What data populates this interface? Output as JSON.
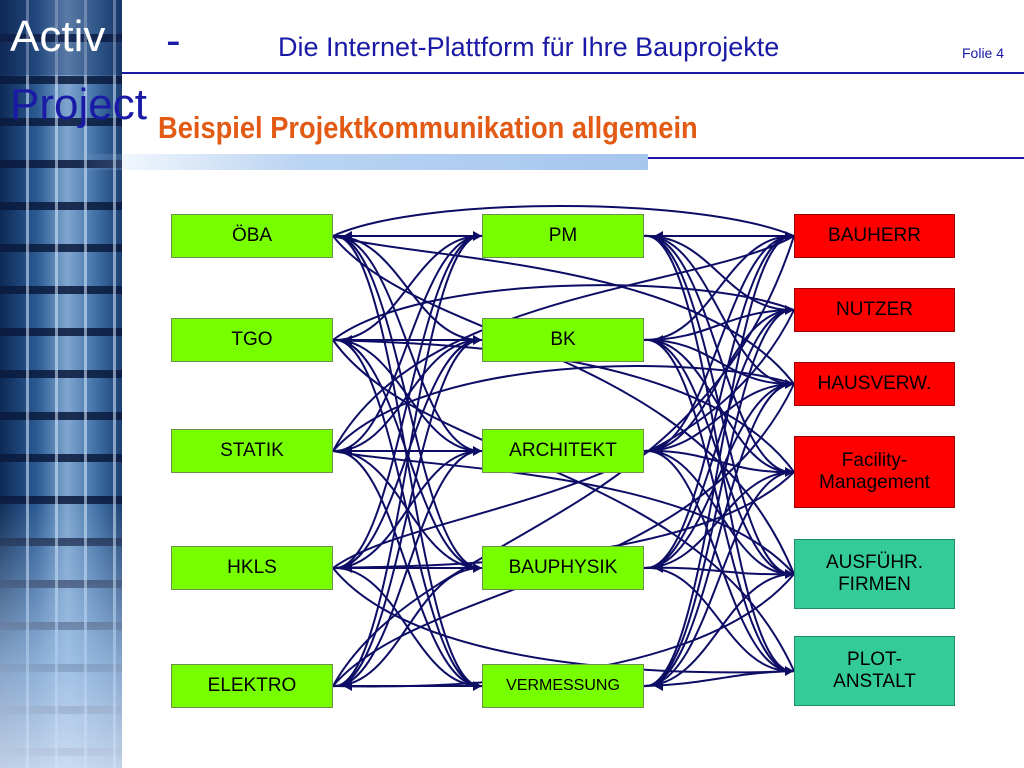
{
  "header": {
    "brand": "Activ",
    "brand_dash": "-",
    "brand_line2": "Project",
    "title": "Die Internet-Plattform für Ihre Bauprojekte",
    "slide_number": "Folie 4",
    "section_title": "Beispiel Projektkommunikation allgemein"
  },
  "diagram": {
    "left": [
      "ÖBA",
      "TGO",
      "STATIK",
      "HKLS",
      "ELEKTRO"
    ],
    "middle": [
      "PM",
      "BK",
      "ARCHITEKT",
      "BAUPHYSIK",
      "VERMESSUNG"
    ],
    "right": [
      "BAUHERR",
      "NUTZER",
      "HAUSVERW.",
      "Facility-\nManagement",
      "AUSFÜHR.\nFIRMEN",
      "PLOT-\nANSTALT"
    ]
  },
  "colors": {
    "left_nodes": "#77ff00",
    "middle_nodes": "#77ff00",
    "right_red": "#ff0000",
    "right_teal": "#33cc99",
    "connectors": "#0d0d66",
    "title": "#1a1aa6",
    "section_title": "#e25a14"
  }
}
